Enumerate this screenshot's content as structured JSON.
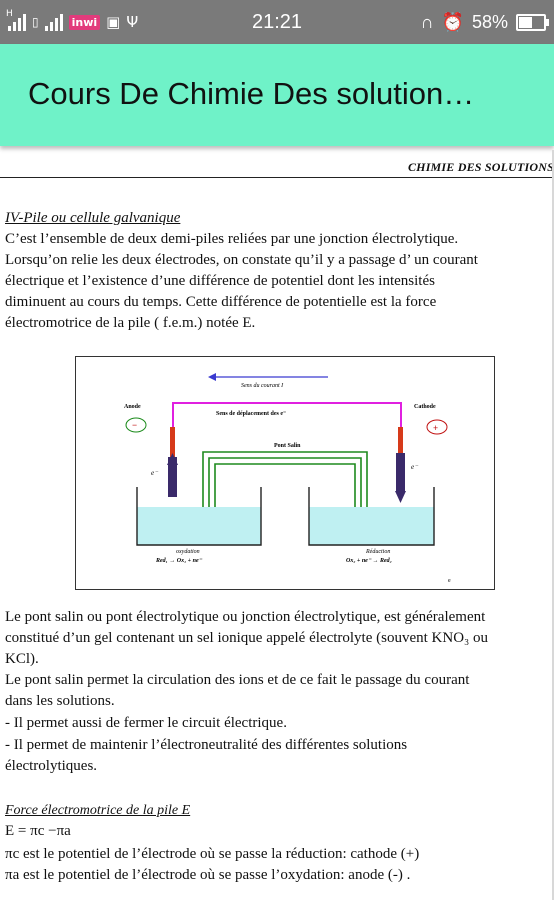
{
  "status_bar": {
    "network": "inwi",
    "time": "21:21",
    "battery": "58%",
    "icons": [
      "signal-icon",
      "sim-icon",
      "image-icon",
      "usb-icon",
      "headset-icon",
      "alarm-icon",
      "battery-icon"
    ]
  },
  "app_bar": {
    "title": "Cours De Chimie Des solution…"
  },
  "document": {
    "header": "CHIMIE DES SOLUTIONS",
    "section_title": "IV-Pile ou cellule galvanique",
    "intro_lines": [
      "C’est l’ensemble  de deux demi-piles reliées par une jonction électrolytique.",
      "Lorsqu’on relie les deux électrodes, on constate qu’il y a passage d’ un courant",
      "électrique et  l’existence d’une différence de potentiel dont les intensités",
      "diminuent au cours du temps. Cette différence de potentielle est la force",
      "électromotrice de la pile ( f.e.m.) notée E."
    ],
    "figure": {
      "current_label": "Sens du courant I",
      "electron_label": "Sens de déplacement des e⁻",
      "anode_label": "Anode",
      "anode_sign": "−",
      "cathode_label": "Cathode",
      "cathode_sign": "+",
      "bridge_label": "Pont Salin",
      "electron_left": "e⁻",
      "electron_right": "e⁻",
      "oxidation_label": "oxydation",
      "oxidation_eq": "Red₁ → Ox₁ + ne⁻",
      "reduction_label": "Réduction",
      "reduction_eq": "Ox₂ + ne⁻ → Red₂",
      "corner_mark": "e"
    },
    "bridge_lines": [
      "Le pont salin ou pont électrolytique ou jonction électrolytique, est généralement",
      "constitué d’un gel contenant un sel ionique appelé électrolyte (souvent KNO₃ ou",
      "KCl).",
      "Le pont salin permet la circulation des ions et de ce fait le passage du courant",
      "dans les solutions.",
      "- Il permet aussi de fermer le circuit électrique.",
      "- Il permet de maintenir l’électroneutralité des différentes solutions",
      "électrolytiques."
    ],
    "fem_title": "Force électromotrice de la pile E",
    "fem_lines": [
      "E = πc −πa",
      "πc est le potentiel de l’électrode où se passe la réduction: cathode  (+)",
      "πa est le potentiel de l’électrode où se passe  l’oxydation: anode  (-) ."
    ]
  }
}
